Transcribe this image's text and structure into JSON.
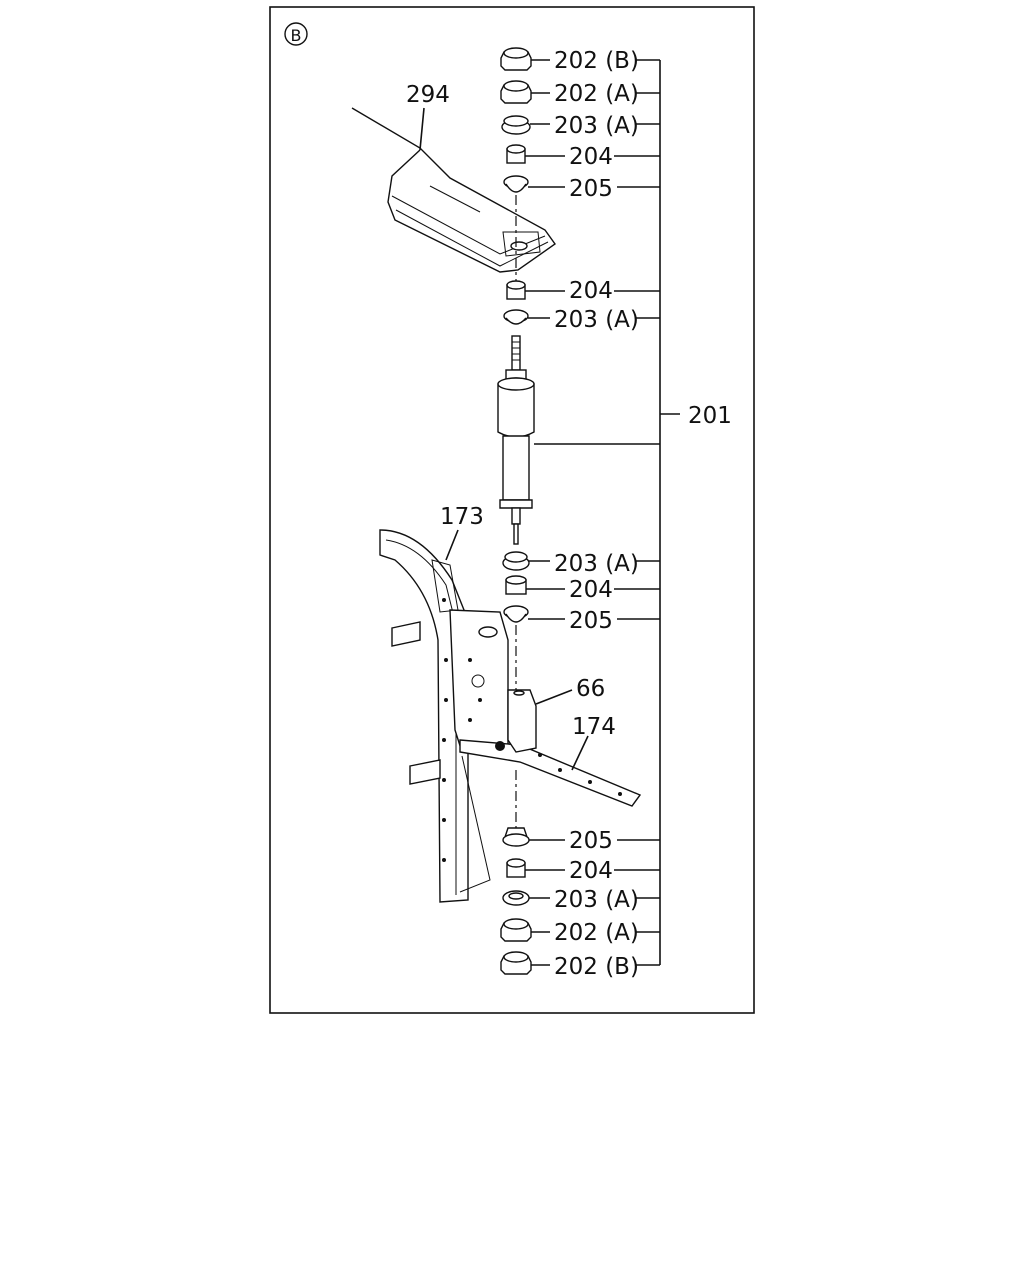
{
  "diagram": {
    "view_marker": "B",
    "callouts": {
      "top_202b": "202 (B)",
      "top_202a": "202 (A)",
      "top_203a": "203 (A)",
      "top_204": "204",
      "top_205": "205",
      "mid_204": "204",
      "mid_203a": "203 (A)",
      "assembly_201": "201",
      "low_203a": "203 (A)",
      "low_204": "204",
      "low_205": "205",
      "bot_205": "205",
      "bot_204": "204",
      "bot_203a": "203 (A)",
      "bot_202a": "202 (A)",
      "bot_202b": "202 (B)",
      "bracket_294": "294",
      "frame_173": "173",
      "bracket_66": "66",
      "crossmember_174": "174"
    }
  }
}
